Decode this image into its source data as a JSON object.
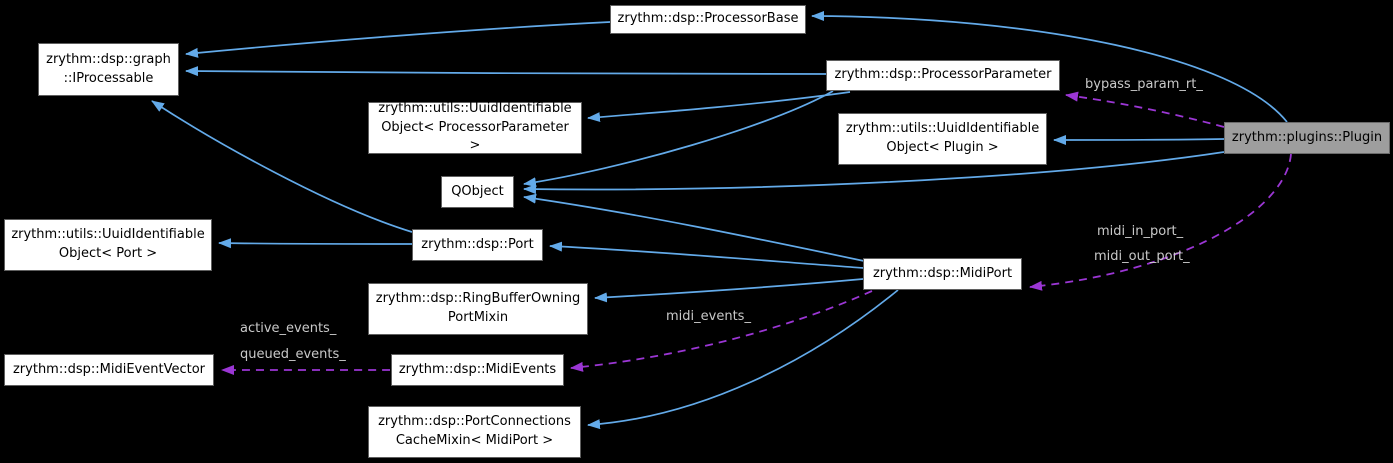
{
  "diagram_type": "class-collaboration-graph",
  "nodes": {
    "processor_base": {
      "label": "zrythm::dsp::ProcessorBase"
    },
    "iprocessable": {
      "label": "zrythm::dsp::graph\n::IProcessable"
    },
    "processor_parameter": {
      "label": "zrythm::dsp::ProcessorParameter"
    },
    "uuid_processor_parameter": {
      "label": "zrythm::utils::UuidIdentifiable\nObject< ProcessorParameter >"
    },
    "uuid_plugin": {
      "label": "zrythm::utils::UuidIdentifiable\nObject< Plugin >"
    },
    "plugin": {
      "label": "zrythm::plugins::Plugin",
      "highlighted": true
    },
    "qobject": {
      "label": "QObject"
    },
    "uuid_port": {
      "label": "zrythm::utils::UuidIdentifiable\nObject< Port >"
    },
    "port": {
      "label": "zrythm::dsp::Port"
    },
    "midi_port": {
      "label": "zrythm::dsp::MidiPort"
    },
    "ring_buffer_port_mixin": {
      "label": "zrythm::dsp::RingBufferOwning\nPortMixin"
    },
    "midi_event_vector": {
      "label": "zrythm::dsp::MidiEventVector"
    },
    "midi_events": {
      "label": "zrythm::dsp::MidiEvents"
    },
    "port_connections_mixin": {
      "label": "zrythm::dsp::PortConnections\nCacheMixin< MidiPort >"
    }
  },
  "edge_labels": {
    "bypass_param_rt": "bypass_param_rt_",
    "midi_in_port": "midi_in_port_",
    "midi_out_port": "midi_out_port_",
    "midi_events": "midi_events_",
    "active_events": "active_events_",
    "queued_events": "queued_events_"
  },
  "colors": {
    "background": "#000000",
    "node_fill": "#ffffff",
    "node_border": "#5f5f5f",
    "highlighted_node_fill": "#9e9e9e",
    "inheritance_edge": "#63aae9",
    "usage_edge": "#9b36d4",
    "edge_label_text": "#c9c9c9",
    "node_text": "#000000"
  }
}
